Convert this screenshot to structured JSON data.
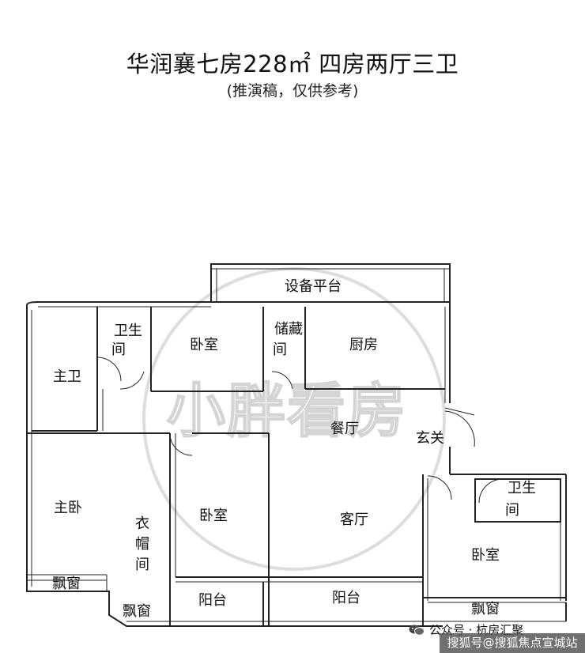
{
  "title": "华润襄七房228㎡ 四房两厅三卫",
  "subtitle": "(推演稿，仅供参考)",
  "watermark": {
    "text": "小胖看房",
    "color": "#d4d4d4"
  },
  "rooms": {
    "equipment_platform": "设备平台",
    "bath_left_1": "卫生",
    "bath_left_2": "间",
    "bedroom_top": "卧室",
    "storage_1": "储藏",
    "storage_2": "间",
    "kitchen": "厨房",
    "master_bath": "主卫",
    "dining": "餐厅",
    "entrance": "玄关",
    "master_bedroom": "主卧",
    "closet_1": "衣",
    "closet_2": "帽",
    "closet_3": "间",
    "bedroom_middle": "卧室",
    "living": "客厅",
    "bath_right_1": "卫生",
    "bath_right_2": "间",
    "bedroom_right": "卧室",
    "bay_window_left": "飘窗",
    "bay_window_left2": "飘窗",
    "balcony_left": "阳台",
    "balcony_right": "阳台",
    "bay_window_right": "飘窗"
  },
  "credit": {
    "wechat_icon": "wechat-icon",
    "text": "公众号 · 杭房汇聚"
  },
  "badge": {
    "text": "搜狐号@搜狐焦点宣城站"
  },
  "colors": {
    "wall": "#222222",
    "badge_bg": "#505050"
  }
}
